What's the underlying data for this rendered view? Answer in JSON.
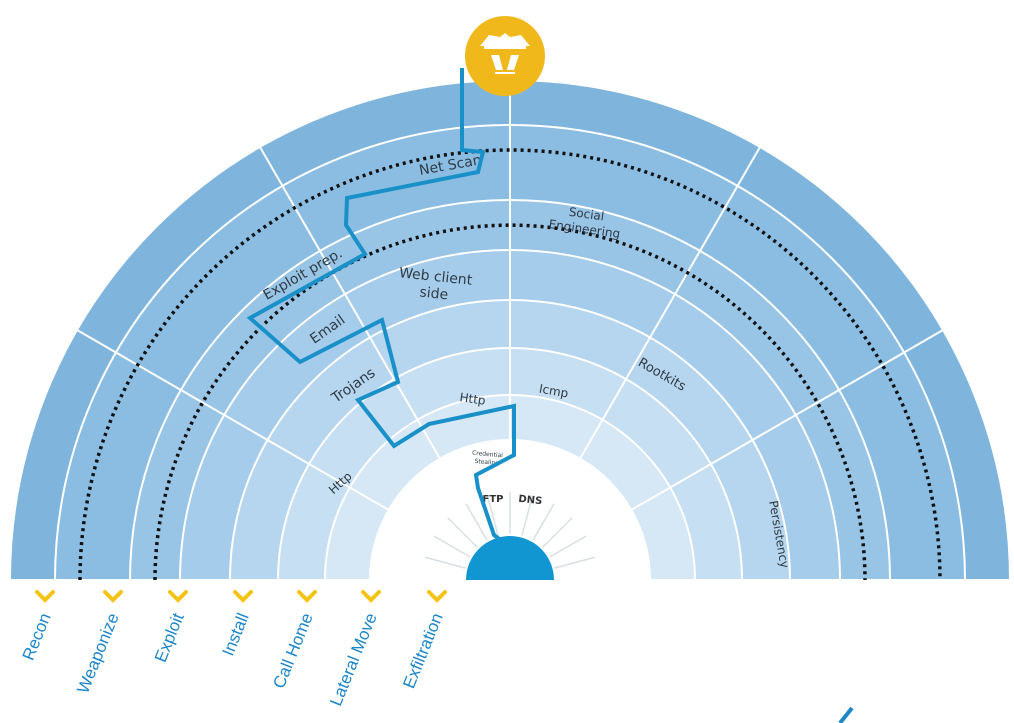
{
  "colors": {
    "rings": [
      "#ffffff",
      "#d6e8f6",
      "#c6dff2",
      "#b6d5ee",
      "#a6cceb",
      "#98c4e6",
      "#8bbde2",
      "#7fb5dd"
    ],
    "path": "#1a90c9",
    "hub": "#1196d1",
    "chevron": "#f3c316",
    "icon_bg": "#f0b81a",
    "stage_text": "#1d86c8"
  },
  "icon": {
    "name": "hacker-icon"
  },
  "ring_labels": [
    {
      "id": "net-scan",
      "text": "Net Scan",
      "size": 14
    },
    {
      "id": "social-engineering",
      "text": "Social",
      "text2": "Engineering",
      "size": 12
    },
    {
      "id": "exploit-prep",
      "text": "Exploit prep.",
      "size": 14
    },
    {
      "id": "web-client-side",
      "text": "Web client",
      "text2": "side",
      "size": 14
    },
    {
      "id": "email",
      "text": "Email",
      "size": 14
    },
    {
      "id": "trojans",
      "text": "Trojans",
      "size": 14
    },
    {
      "id": "rootkits",
      "text": "Rootkits",
      "size": 13
    },
    {
      "id": "http-inner",
      "text": "Http",
      "size": 12
    },
    {
      "id": "icmp",
      "text": "Icmp",
      "size": 12
    },
    {
      "id": "http-left",
      "text": "Http",
      "size": 12
    },
    {
      "id": "credential-stealing",
      "text": "Credential",
      "text2": "Stealing",
      "size": 6
    },
    {
      "id": "persistency",
      "text": "Persistency",
      "size": 12
    }
  ],
  "inner_labels": [
    "FTP",
    "DNS"
  ],
  "stages": [
    "Recon",
    "Weaponize",
    "Exploit",
    "Install",
    "Call Home",
    "Lateral Move",
    "Exfiltration"
  ]
}
